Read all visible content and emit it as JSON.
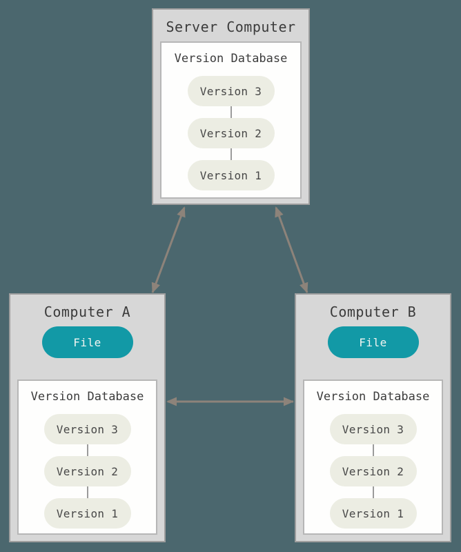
{
  "colors": {
    "background": "#4B676E",
    "box_fill": "#D7D7D7",
    "box_border": "#9E9E9E",
    "panel_fill": "#FEFEFD",
    "panel_border": "#B6B6B6",
    "pill_fill": "#ECEDE3",
    "pill_text": "#474747",
    "file_fill": "#1299A6",
    "file_text": "#F2F5F1",
    "arrow": "#8D837A",
    "text_dark": "#3B3B3B",
    "link_line": "#9B9B9B"
  },
  "server": {
    "title": "Server Computer",
    "database": {
      "title": "Version Database",
      "versions": [
        "Version 3",
        "Version 2",
        "Version 1"
      ]
    }
  },
  "computer_a": {
    "title": "Computer A",
    "file_label": "File",
    "database": {
      "title": "Version Database",
      "versions": [
        "Version 3",
        "Version 2",
        "Version 1"
      ]
    }
  },
  "computer_b": {
    "title": "Computer B",
    "file_label": "File",
    "database": {
      "title": "Version Database",
      "versions": [
        "Version 3",
        "Version 2",
        "Version 1"
      ]
    }
  }
}
